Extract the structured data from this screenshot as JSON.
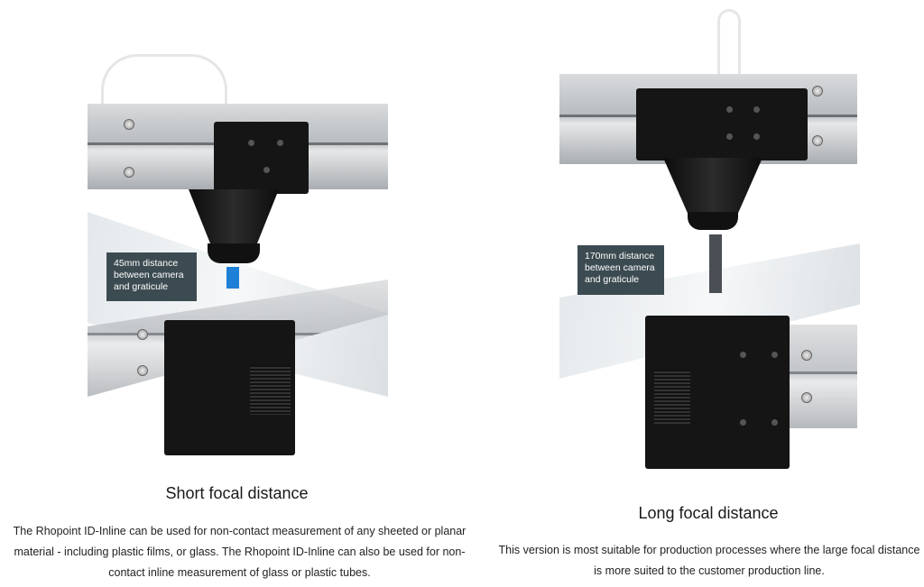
{
  "short": {
    "title": "Short focal distance",
    "label_lines": [
      "45mm distance",
      "between camera",
      "and graticule"
    ],
    "description": "The Rhopoint ID-Inline can be used for non-contact measurement of any sheeted or planar material - including plastic films, or glass. The Rhopoint ID-Inline can also be used for non-contact inline measurement of glass or plastic tubes.",
    "marker_color": "#1e7fd6"
  },
  "long": {
    "title": "Long focal distance",
    "label_lines": [
      "170mm distance",
      "between camera",
      "and graticule"
    ],
    "description": "This version is most suitable for production processes where the large focal distance is more suited to the customer production line.",
    "marker_color": "#4a4f55"
  }
}
